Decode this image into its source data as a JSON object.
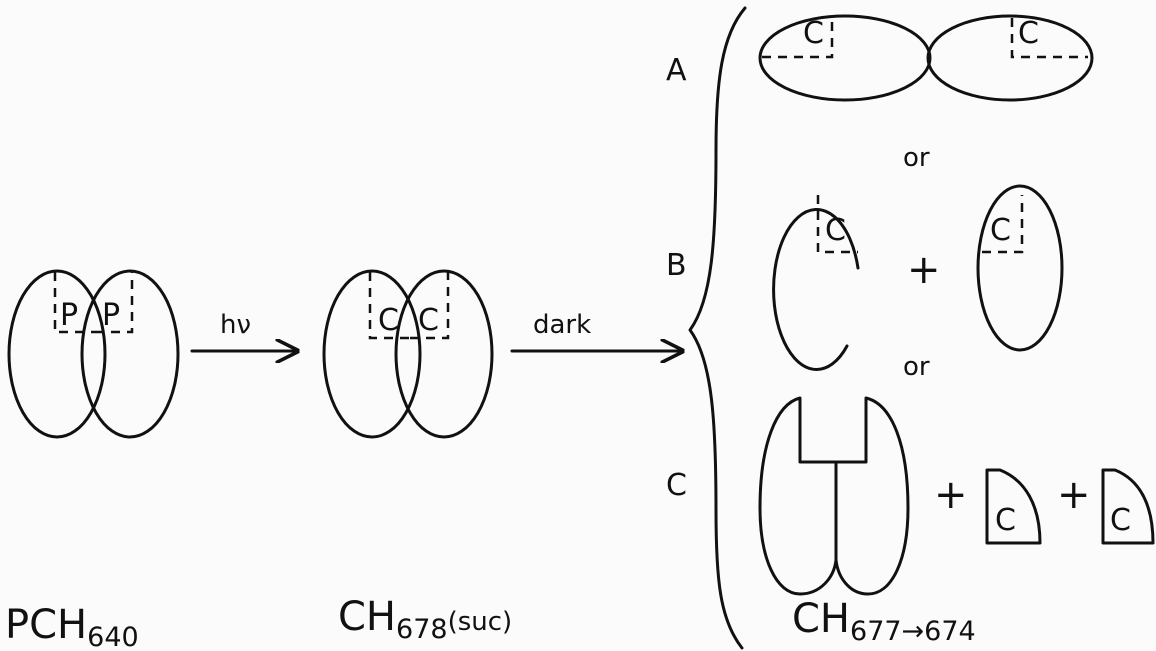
{
  "labels": {
    "pigment_in_left": "P",
    "pigment_in_right": "P",
    "converted_left": "C",
    "converted_right": "C",
    "state_1": {
      "main": "PCH",
      "sub": "640"
    },
    "state_2": {
      "main": "CH",
      "sub": "678",
      "suffix": "(suc)"
    },
    "state_3": {
      "main": "CH",
      "sub": "677→674"
    },
    "arrow_1": "hν",
    "arrow_2": "dark",
    "route_a": "A",
    "route_b": "B",
    "route_c": "C",
    "or_1": "or",
    "or_2": "or",
    "plus_b": "+",
    "plus_c1": "+",
    "plus_c2": "+",
    "c_a_left": "C",
    "c_a_right": "C",
    "c_b_left": "C",
    "c_b_right": "C",
    "c_c_left": "C",
    "c_c_right": "C"
  }
}
